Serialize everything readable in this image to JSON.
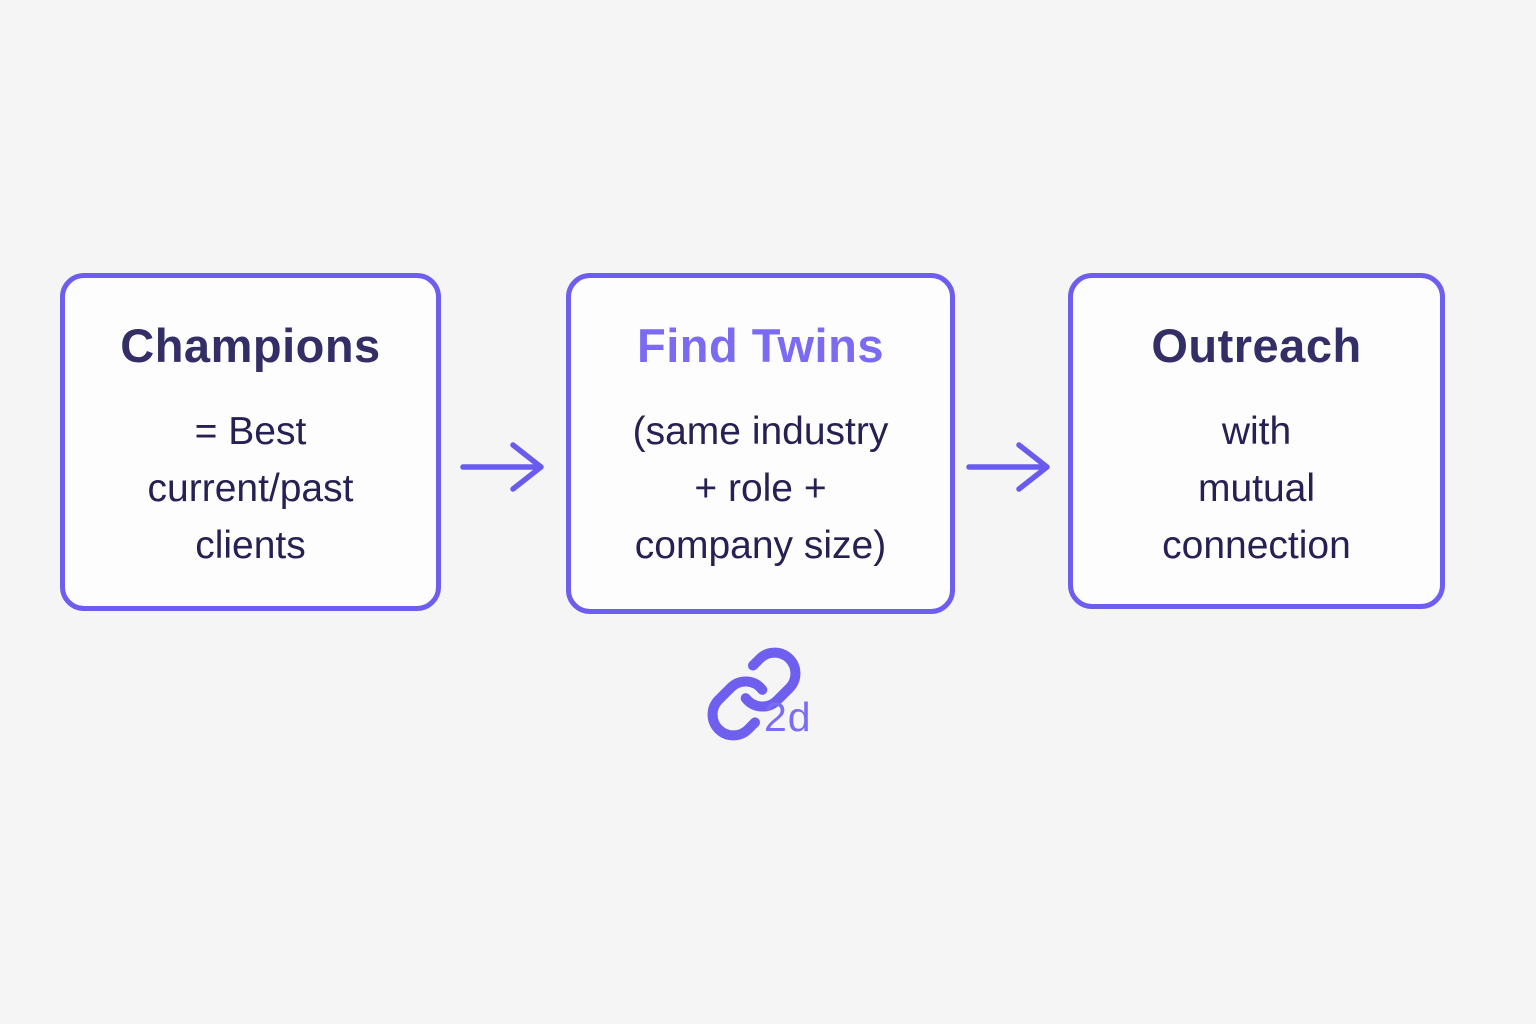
{
  "diagram": {
    "steps": [
      {
        "title": "Champions",
        "body_lines": [
          "= Best",
          "current/past",
          "clients"
        ]
      },
      {
        "title": "Find Twins",
        "body_lines": [
          "(same industry",
          "+ role +",
          "company size)"
        ]
      },
      {
        "title": "Outreach",
        "body_lines": [
          "with",
          "mutual",
          "connection"
        ]
      }
    ],
    "connector": {
      "icon": "chain-link-icon",
      "label": "2d"
    },
    "arrow_icon": "arrow-right-icon"
  },
  "colors": {
    "page_background": "#f5f5f6",
    "box_background": "#fdfdfe",
    "box_border_purple": "#6e5ef0",
    "accent_purple": "#7b6bf2",
    "title_dark": "#332f66",
    "body_dark": "#262152",
    "arrow_purple": "#6a5bef",
    "link_icon_purple": "#6f5fee"
  }
}
